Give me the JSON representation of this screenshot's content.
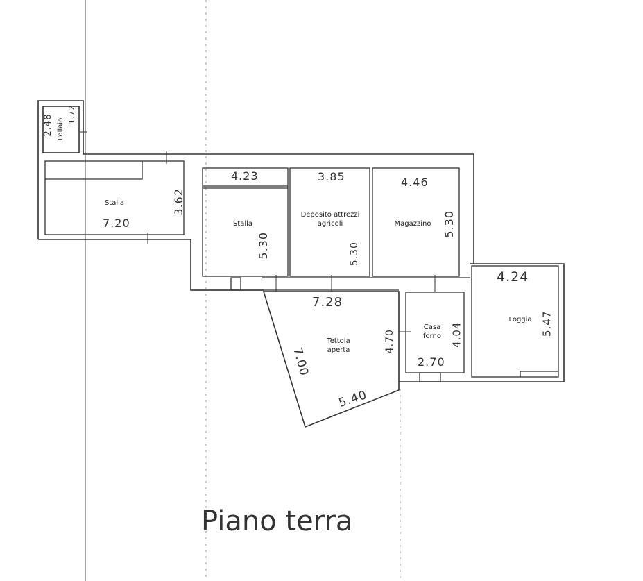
{
  "title": "Piano terra",
  "rooms": {
    "pollaio": "Pollaio",
    "stalla1": "Stalla",
    "stalla2": "Stalla",
    "deposito": "Deposito attrezzi agricoli",
    "magazzino": "Magazzino",
    "tettoia": "Tettoia aperta",
    "casa_forno": "Casa forno",
    "loggia": "Loggia"
  },
  "dimensions": {
    "pollaio_a": "2.48",
    "pollaio_b": "1.72",
    "stalla1_w": "7.20",
    "stalla1_h": "3.62",
    "stalla2_w": "4.23",
    "stalla2_h": "5.30",
    "deposito_w": "3.85",
    "deposito_h": "5.30",
    "magazzino_w": "4.46",
    "magazzino_h": "5.30",
    "tettoia_top": "7.28",
    "tettoia_right": "4.70",
    "tettoia_left": "7.00",
    "tettoia_bottom": "5.40",
    "casa_forno_h": "4.04",
    "casa_forno_w": "2.70",
    "loggia_w": "4.24",
    "loggia_h": "5.47"
  }
}
